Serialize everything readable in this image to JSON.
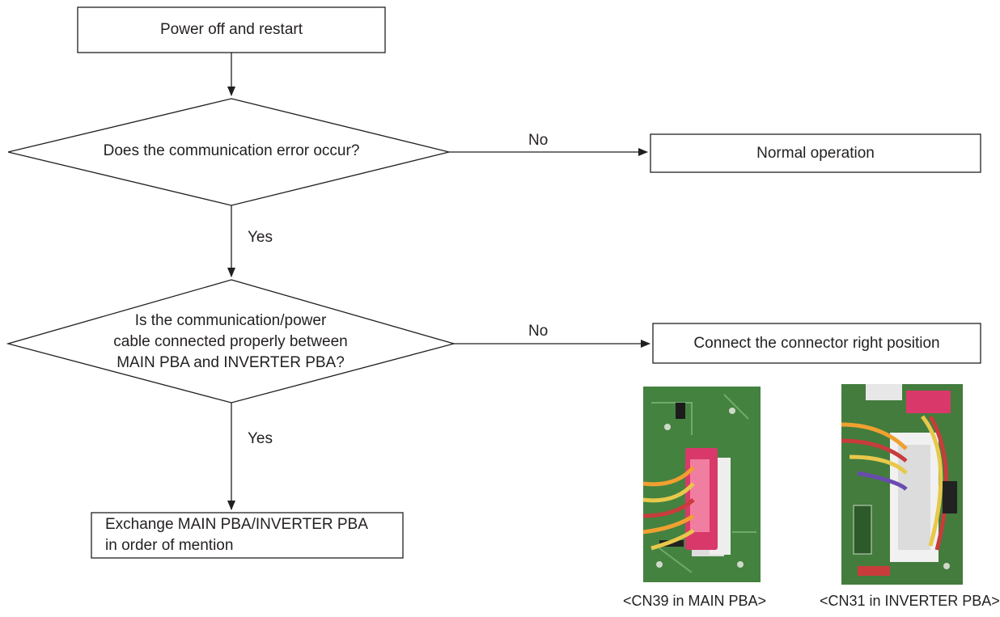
{
  "nodes": {
    "start": "Power off and restart",
    "decision1": "Does the communication error occur?",
    "normal": "Normal operation",
    "decision2_lines": [
      "Is the communication/power",
      "cable connected properly between",
      "MAIN PBA and INVERTER PBA?"
    ],
    "connect": "Connect the connector right position",
    "exchange_lines": [
      "Exchange MAIN PBA/INVERTER PBA",
      "in order of mention"
    ]
  },
  "edges": {
    "no1": "No",
    "yes1": "Yes",
    "no2": "No",
    "yes2": "Yes"
  },
  "photos": {
    "main_caption": "<CN39 in MAIN PBA>",
    "inverter_caption": "<CN31 in INVERTER PBA>"
  },
  "colors": {
    "line": "#231f20",
    "board_green": "#3f7a3a",
    "connector_pink": "#d9396a",
    "connector_white": "#eeeeee"
  }
}
